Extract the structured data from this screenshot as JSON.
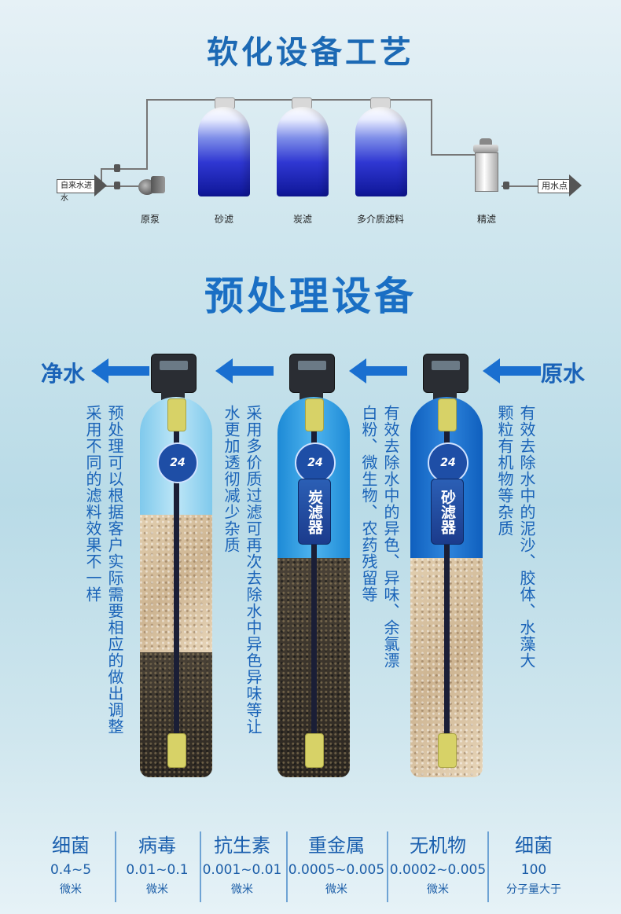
{
  "title_process": "软化设备工艺",
  "title_pretreat": "预处理设备",
  "flow": {
    "inlet": "自来水进水",
    "outlet": "用水点",
    "labels": [
      "原泵",
      "砂滤",
      "炭滤",
      "多介质滤料",
      "精滤"
    ]
  },
  "io": {
    "clean": "净水",
    "raw": "原水"
  },
  "columns": [
    {
      "badge": "24",
      "plate": ""
    },
    {
      "badge": "24",
      "plate": "炭滤器"
    },
    {
      "badge": "24",
      "plate": "砂滤器"
    }
  ],
  "descriptions": {
    "col1": "预处理可以根据客户实际需要相应的做出调整采用不同的滤料效果不一样",
    "col2": "采用多价质过滤可再次去除水中异色异味等让水更加透彻减少杂质",
    "col3": "有效去除水中的异色、异味、余氯漂白粉、微生物、农药残留等",
    "col4": "有效去除水中的泥沙、胶体、水藻大颗粒有机物等杂质"
  },
  "particles": [
    {
      "name": "细菌",
      "value": "0.4~5",
      "unit": "微米"
    },
    {
      "name": "病毒",
      "value": "0.01~0.1",
      "unit": "微米"
    },
    {
      "name": "抗生素",
      "value": "0.001~0.01",
      "unit": "微米"
    },
    {
      "name": "重金属",
      "value": "0.0005~0.005",
      "unit": "微米"
    },
    {
      "name": "无机物",
      "value": "0.0002~0.005",
      "unit": "微米"
    },
    {
      "name": "细菌",
      "value": "100",
      "unit": "分子量大于"
    }
  ]
}
